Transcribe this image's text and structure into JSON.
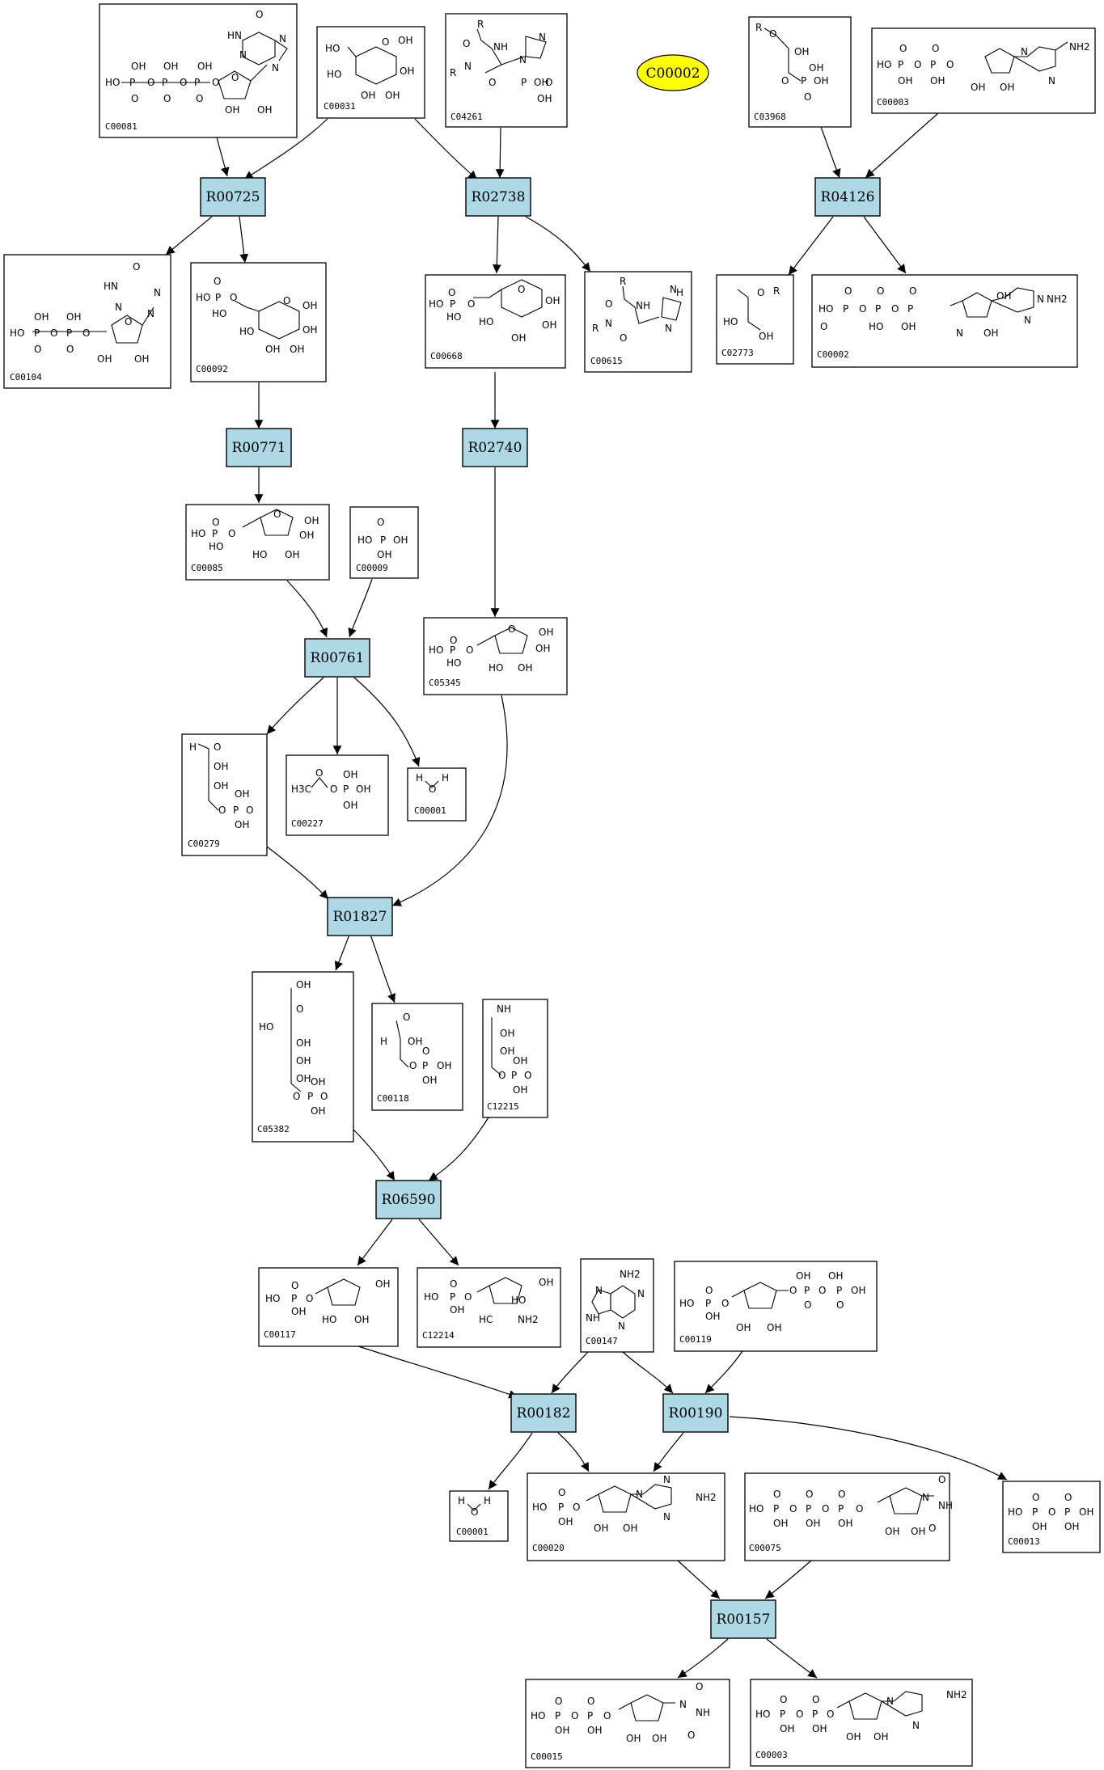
{
  "compounds": [
    {
      "id": "C00081",
      "sketch": "Inosine triphosphate (ITP)",
      "glyphs": [
        "O",
        "HN",
        "N",
        "N",
        "N",
        "OH",
        "OH",
        "OH",
        "HO",
        "P",
        "O",
        "P",
        "O",
        "P",
        "O",
        "O",
        "O",
        "O",
        "O",
        "O",
        "OH",
        "OH"
      ]
    },
    {
      "id": "C00031",
      "sketch": "D-Glucose",
      "glyphs": [
        "HO",
        "OH",
        "OH",
        "HO",
        "OH",
        "OH",
        "O"
      ]
    },
    {
      "id": "C04261",
      "sketch": "Protein N(pi)-phosphohistidine",
      "glyphs": [
        "R",
        "O",
        "NH",
        "R",
        "N",
        "O",
        "N",
        "N",
        "OH",
        "P",
        "O",
        "OH"
      ]
    },
    {
      "id": "C03968",
      "sketch": "2-Acyl-sn-glycerol 3-phosphate",
      "glyphs": [
        "R",
        "O",
        "OH",
        "OH",
        "O",
        "P",
        "OH",
        "O"
      ]
    },
    {
      "id": "C00003",
      "sketch": "NAD+",
      "glyphs": [
        "O",
        "O",
        "NH2",
        "HO",
        "P",
        "O",
        "P",
        "O",
        "OH",
        "OH",
        "N",
        "OH",
        "OH",
        "N"
      ]
    },
    {
      "id": "C00104",
      "sketch": "IDP",
      "glyphs": [
        "O",
        "HN",
        "N",
        "N",
        "N",
        "OH",
        "OH",
        "HO",
        "P",
        "O",
        "P",
        "O",
        "O",
        "O",
        "O",
        "OH",
        "OH"
      ]
    },
    {
      "id": "C00092",
      "sketch": "D-Glucose 6-phosphate",
      "glyphs": [
        "O",
        "HO",
        "P",
        "O",
        "HO",
        "O",
        "OH",
        "OH",
        "HO",
        "OH",
        "OH"
      ]
    },
    {
      "id": "C00668",
      "sketch": "alpha-D-Glucose 6-phosphate",
      "glyphs": [
        "O",
        "HO",
        "P",
        "O",
        "HO",
        "O",
        "OH",
        "HO",
        "OH",
        "OH"
      ]
    },
    {
      "id": "C00615",
      "sketch": "Protein histidine",
      "glyphs": [
        "R",
        "O",
        "NH",
        "N",
        "R",
        "H",
        "O",
        "N",
        "N"
      ]
    },
    {
      "id": "C02773",
      "sketch": "1-Acyl-sn-glycerol",
      "glyphs": [
        "O",
        "R",
        "HO",
        "OH"
      ]
    },
    {
      "id": "C00002",
      "sketch": "ATP",
      "glyphs": [
        "O",
        "O",
        "O",
        "NH2",
        "HO",
        "P",
        "O",
        "P",
        "O",
        "P",
        "O",
        "HO",
        "OH",
        "OH",
        "N",
        "N",
        "N",
        "OH",
        "OH"
      ]
    },
    {
      "id": "C00085",
      "sketch": "D-Fructose 6-phosphate",
      "glyphs": [
        "O",
        "HO",
        "P",
        "O",
        "HO",
        "OH",
        "OH",
        "HO",
        "OH",
        "OH",
        "O"
      ]
    },
    {
      "id": "C00009",
      "sketch": "Orthophosphate",
      "glyphs": [
        "O",
        "HO",
        "P",
        "OH",
        "OH"
      ]
    },
    {
      "id": "C05345",
      "sketch": "beta-D-Fructose 6-phosphate",
      "glyphs": [
        "O",
        "HO",
        "P",
        "O",
        "HO",
        "OH",
        "OH",
        "OH",
        "HO",
        "OH",
        "O"
      ]
    },
    {
      "id": "C00279",
      "sketch": "D-Erythrose 4-phosphate",
      "glyphs": [
        "H",
        "O",
        "OH",
        "OH",
        "OH",
        "O",
        "P",
        "O",
        "OH"
      ]
    },
    {
      "id": "C00227",
      "sketch": "Acetyl phosphate",
      "glyphs": [
        "O",
        "H3C",
        "O",
        "P",
        "OH",
        "OH",
        "OH"
      ]
    },
    {
      "id": "C00001",
      "sketch": "H2O",
      "glyphs": [
        "H",
        "O",
        "H"
      ]
    },
    {
      "id": "C05382",
      "sketch": "Sedoheptulose 7-phosphate",
      "glyphs": [
        "OH",
        "O",
        "HO",
        "OH",
        "OH",
        "OH",
        "O",
        "P",
        "O",
        "OH",
        "OH"
      ]
    },
    {
      "id": "C00118",
      "sketch": "D-Glyceraldehyde 3-phosphate",
      "glyphs": [
        "O",
        "H",
        "OH",
        "O",
        "P",
        "OH",
        "OH",
        "O"
      ]
    },
    {
      "id": "C12215",
      "sketch": "Imine-bound sugar phosphate",
      "glyphs": [
        "NH",
        "OH",
        "OH",
        "O",
        "P",
        "O",
        "OH",
        "OH"
      ]
    },
    {
      "id": "C00117",
      "sketch": "D-Ribose 5-phosphate",
      "glyphs": [
        "O",
        "HO",
        "P",
        "O",
        "OH",
        "OH",
        "HO",
        "OH",
        "OH"
      ]
    },
    {
      "id": "C12214",
      "sketch": "Amino sugar phosphate",
      "glyphs": [
        "O",
        "HO",
        "P",
        "O",
        "OH",
        "OH",
        "HO",
        "NH2",
        "HC"
      ]
    },
    {
      "id": "C00147",
      "sketch": "Adenine",
      "glyphs": [
        "NH2",
        "N",
        "N",
        "N",
        "NH"
      ]
    },
    {
      "id": "C00119",
      "sketch": "PRPP",
      "glyphs": [
        "O",
        "HO",
        "P",
        "O",
        "OH",
        "OH",
        "O",
        "OH",
        "OH",
        "P",
        "O",
        "P",
        "OH",
        "O",
        "O",
        "OH",
        "OH"
      ]
    },
    {
      "id": "C00020",
      "sketch": "AMP",
      "glyphs": [
        "O",
        "NH2",
        "HO",
        "P",
        "O",
        "OH",
        "N",
        "N",
        "OH",
        "OH",
        "N"
      ]
    },
    {
      "id": "C00075",
      "sketch": "UTP",
      "glyphs": [
        "O",
        "O",
        "O",
        "O",
        "HO",
        "P",
        "O",
        "P",
        "O",
        "P",
        "O",
        "NH",
        "OH",
        "OH",
        "OH",
        "N",
        "O",
        "OH",
        "OH"
      ]
    },
    {
      "id": "C00013",
      "sketch": "Diphosphate",
      "glyphs": [
        "O",
        "O",
        "HO",
        "P",
        "O",
        "P",
        "OH",
        "OH",
        "OH"
      ]
    },
    {
      "id": "C00015",
      "sketch": "UDP",
      "glyphs": [
        "O",
        "O",
        "O",
        "HO",
        "P",
        "O",
        "P",
        "O",
        "NH",
        "OH",
        "OH",
        "N",
        "O",
        "OH",
        "OH"
      ]
    }
  ],
  "compound_labels": {
    "n1": "C00081",
    "n2": "C00031",
    "n3": "C04261",
    "n4": "C03968",
    "n5": "C00003",
    "n6": "C00104",
    "n7": "C00092",
    "n8": "C00668",
    "n9": "C00615",
    "n10": "C02773",
    "n11": "C00002",
    "n12": "C00085",
    "n13": "C00009",
    "n14": "C05345",
    "n15": "C00279",
    "n16": "C00227",
    "n17": "C00001",
    "n18": "C05382",
    "n19": "C00118",
    "n20": "C12215",
    "n21": "C00117",
    "n22": "C12214",
    "n23": "C00147",
    "n24": "C00119",
    "n25": "C00001",
    "n26": "C00020",
    "n27": "C00075",
    "n28": "C00013",
    "n29": "C00015",
    "n30": "C00003"
  },
  "reactions": [
    "R00725",
    "R02738",
    "R04126",
    "R00771",
    "R02740",
    "R00761",
    "R01827",
    "R06590",
    "R00182",
    "R00190",
    "R00157"
  ],
  "highlight": {
    "label": "C00002",
    "color": "#ffff00"
  },
  "colors": {
    "reaction_fill": "#add8e6",
    "highlight_fill": "#ffff00",
    "stroke": "#000000"
  },
  "edges": [
    [
      "C00081",
      "R00725"
    ],
    [
      "C00031",
      "R00725"
    ],
    [
      "R00725",
      "C00104"
    ],
    [
      "R00725",
      "C00092"
    ],
    [
      "C00031",
      "R02738"
    ],
    [
      "C04261",
      "R02738"
    ],
    [
      "R02738",
      "C00668"
    ],
    [
      "R02738",
      "C00615"
    ],
    [
      "C03968",
      "R04126"
    ],
    [
      "C00003",
      "R04126"
    ],
    [
      "R04126",
      "C02773"
    ],
    [
      "R04126",
      "C00002"
    ],
    [
      "C00092",
      "R00771"
    ],
    [
      "R00771",
      "C00085"
    ],
    [
      "C00668",
      "R02740"
    ],
    [
      "R02740",
      "C05345"
    ],
    [
      "C00085",
      "R00761"
    ],
    [
      "C00009",
      "R00761"
    ],
    [
      "R00761",
      "C00279"
    ],
    [
      "R00761",
      "C00227"
    ],
    [
      "R00761",
      "C00001"
    ],
    [
      "C00279",
      "R01827"
    ],
    [
      "C05345",
      "R01827"
    ],
    [
      "R01827",
      "C05382"
    ],
    [
      "R01827",
      "C00118"
    ],
    [
      "C05382",
      "R06590"
    ],
    [
      "C12215",
      "R06590"
    ],
    [
      "R06590",
      "C00117"
    ],
    [
      "R06590",
      "C12214"
    ],
    [
      "C00117",
      "R00182"
    ],
    [
      "C00147",
      "R00182"
    ],
    [
      "R00182",
      "C00001"
    ],
    [
      "R00182",
      "C00020"
    ],
    [
      "C00147",
      "R00190"
    ],
    [
      "C00119",
      "R00190"
    ],
    [
      "R00190",
      "C00020"
    ],
    [
      "R00190",
      "C00013"
    ],
    [
      "C00020",
      "R00157"
    ],
    [
      "C00075",
      "R00157"
    ],
    [
      "R00157",
      "C00015"
    ],
    [
      "R00157",
      "C00003"
    ]
  ]
}
